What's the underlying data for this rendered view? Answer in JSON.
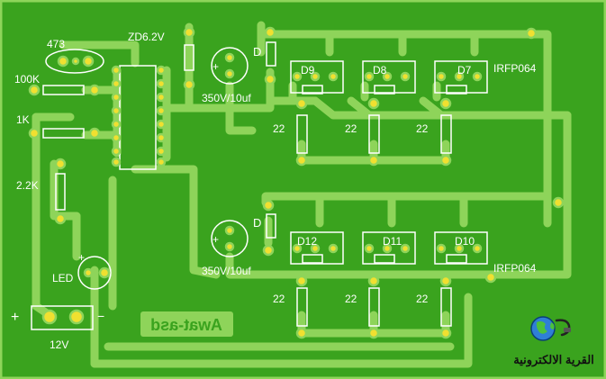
{
  "colors": {
    "board": "#3aa31e",
    "copper": "#8ed45a",
    "silk": "#ffffff",
    "pad": "#f0e030",
    "pad_hole": "#5a8a1a",
    "mirror_text": "#3aa31e"
  },
  "labels": {
    "r_473": "473",
    "r_100k": "100K",
    "r_1k": "1K",
    "r_2k2": "2.2K",
    "zener": "ZD6.2V",
    "cap_top": "350V/10uf",
    "cap_bottom": "350V/10uf",
    "diode_top": "D",
    "diode_bottom": "D",
    "led": "LED",
    "v12": "12V",
    "plus_pwr": "+",
    "minus_pwr": "−",
    "plus_led": "+",
    "plus_cap_top": "+",
    "plus_cap_bottom": "+",
    "mosfet_top": "IRFP064",
    "mosfet_bottom": "IRFP064",
    "d9": "D9",
    "d8": "D8",
    "d7": "D7",
    "d12": "D12",
    "d11": "D11",
    "d10": "D10",
    "r22": "22",
    "mirror": "Awat-asd",
    "arabic_logo": "القرية الالكترونية"
  },
  "logo": {
    "icon": "globe-icon"
  }
}
